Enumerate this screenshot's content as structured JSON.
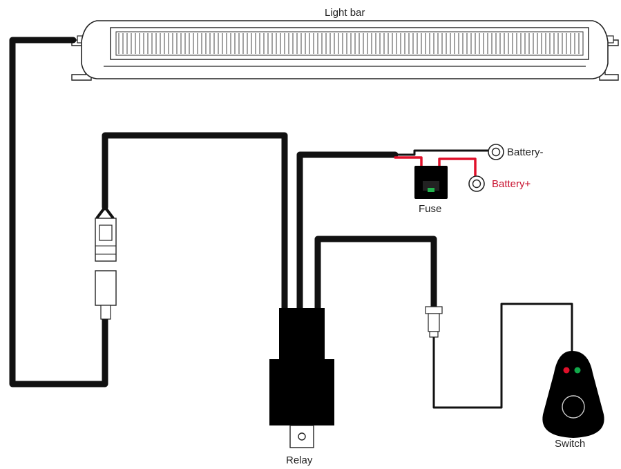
{
  "labels": {
    "light_bar": "Light bar",
    "battery_negative": "Battery-",
    "battery_positive": "Battery+",
    "fuse": "Fuse",
    "relay": "Relay",
    "switch": "Switch"
  },
  "colors": {
    "wire": "#111111",
    "positive_wire": "#e0102a",
    "battery_positive_text": "#c8102e",
    "led_red": "#e0102a",
    "led_green": "#12a84a",
    "fuse_indicator": "#22b24c"
  }
}
